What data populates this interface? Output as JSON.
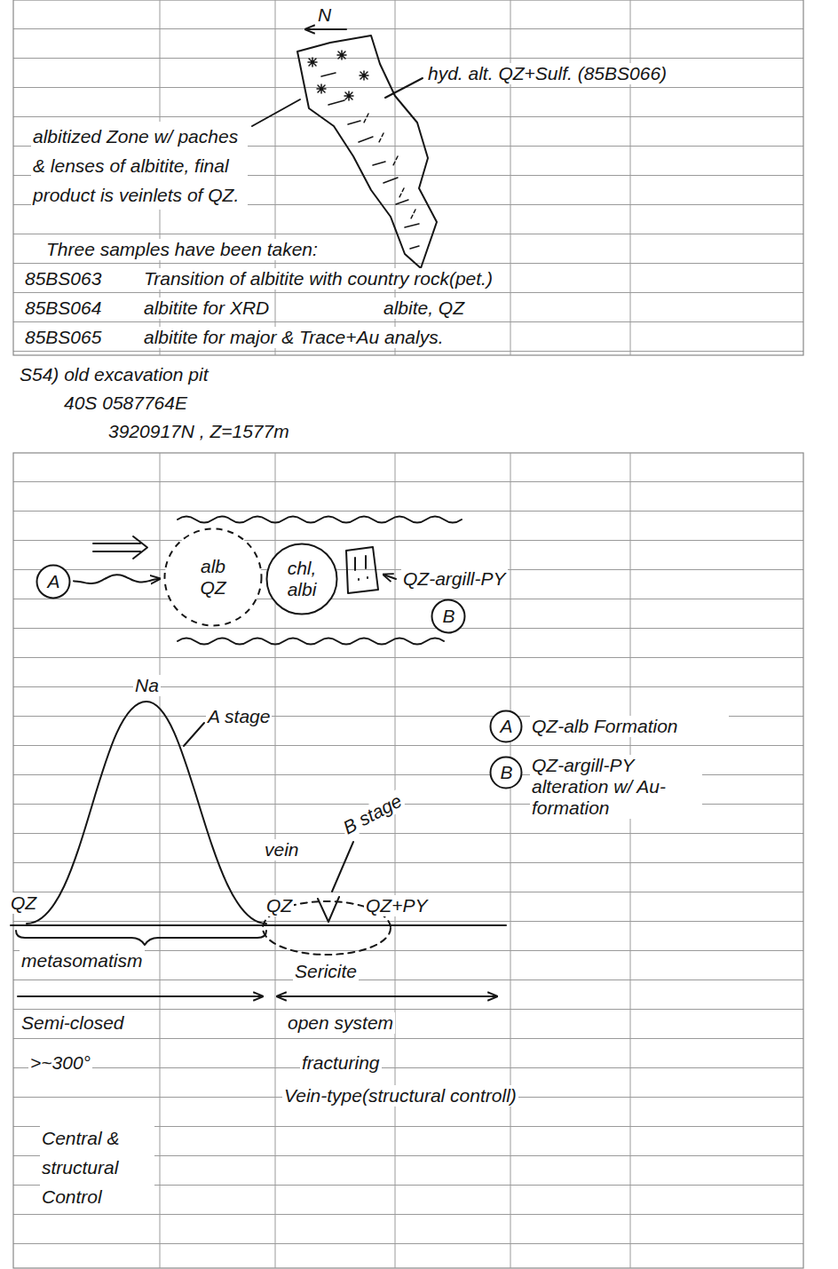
{
  "diagram": {
    "nodes": [
      {
        "text": [
          "A"
        ]
      },
      {
        "text": [
          "alb QZ"
        ]
      },
      {
        "text": [
          "chl, albi"
        ]
      },
      {
        "text": [
          "B"
        ]
      },
      {
        "text": [
          "A",
          "QZ-alb Formation"
        ]
      },
      {
        "text": [
          "B",
          "QZ-argill-PY alteration w/ Au-formation"
        ]
      }
    ],
    "edges": [
      {
        "from": 0,
        "to": 1,
        "arrow": "to"
      }
    ],
    "labels": [
      "N",
      "hyd. alt. QZ+Sulf. (85BS066)",
      "albitized Zone w/ paches & lenses of albitite, final product is veinlets of QZ.",
      "Three samples have been taken:",
      "85BS063",
      "Transition of albitite with country rock(pet.)",
      "85BS064",
      "albitite for XRD",
      "albite, QZ",
      "85BS065",
      "albitite for major & Trace+Au analys.",
      "S54) old excavation pit",
      "40S 0587764E",
      "3920917N , Z=1577m",
      "QZ-argill-PY",
      "Na",
      "A stage",
      "B stage",
      "vein",
      "QZ",
      "QZ",
      "QZ+PY",
      "Sericite",
      "metasomatism",
      "Semi-closed",
      ">~300°",
      "Central & structural Control",
      "open system",
      "fracturing",
      "Vein-type(structural controll)"
    ]
  }
}
